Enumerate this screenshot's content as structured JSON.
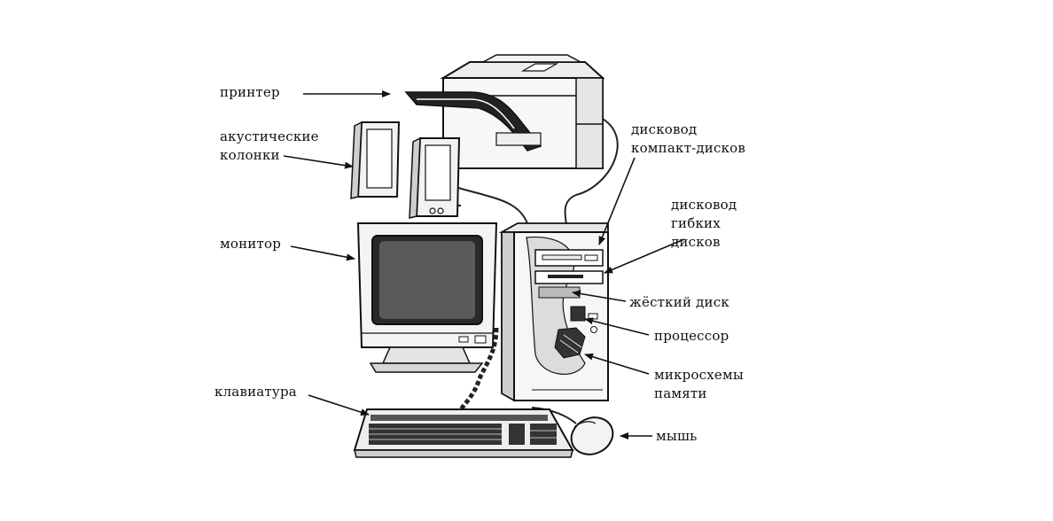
{
  "labels": {
    "printer": "принтер",
    "speakers_1": "акустические",
    "speakers_2": "колонки",
    "monitor": "монитор",
    "keyboard": "клавиатура",
    "cdrom_1": "дисковод",
    "cdrom_2": "компакт-дисков",
    "floppy_1": "дисковод",
    "floppy_2": "гибких",
    "floppy_3": "дисков",
    "hdd": "жёсткий диск",
    "cpu": "процессор",
    "memory_1": "микросхемы",
    "memory_2": "памяти",
    "mouse": "мышь"
  },
  "colors": {
    "ink": "#111111",
    "paper": "#ffffff"
  }
}
